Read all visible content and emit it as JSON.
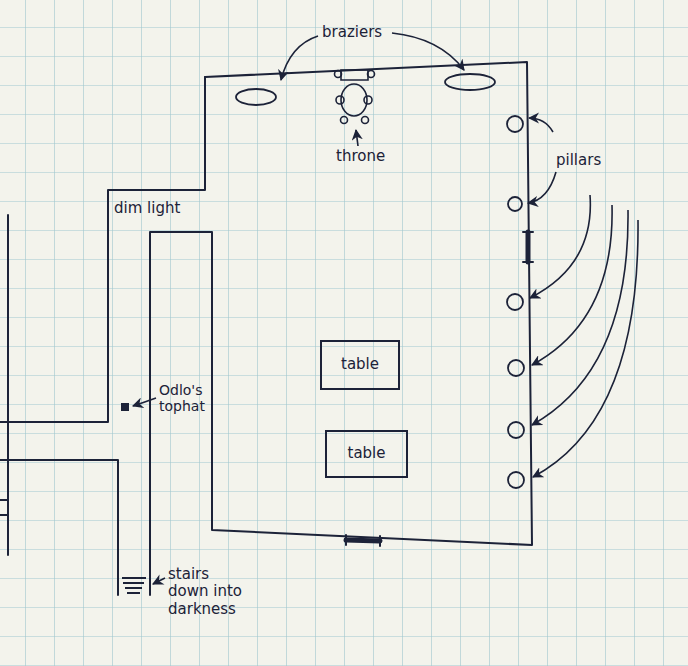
{
  "diagram": {
    "nodes": [
      {
        "text": [
          "table"
        ]
      },
      {
        "text": [
          "table"
        ]
      }
    ],
    "labels": [
      "braziers",
      "throne",
      "pillars",
      "dim light",
      "Odlo's tophat",
      "stairs down into darkness"
    ]
  }
}
